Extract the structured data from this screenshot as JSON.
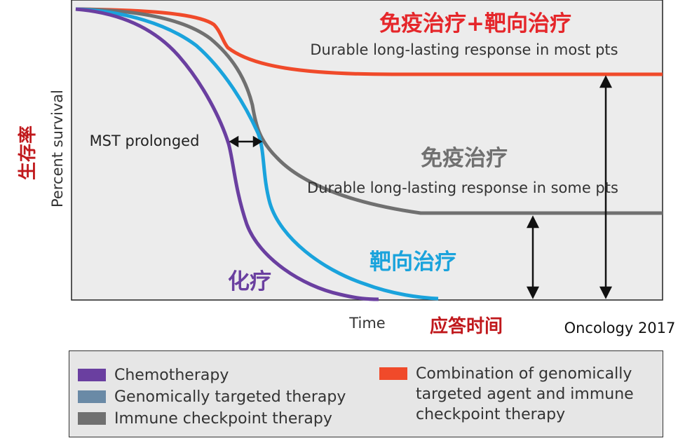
{
  "chart_data": {
    "type": "line",
    "xlabel": "Time",
    "ylabel": "Percent survival",
    "xlabel_cn": "应答时间",
    "ylabel_cn": "生存率",
    "source": "Oncology 2017",
    "annotations": {
      "combo_title": "免疫治疗+靶向治疗",
      "combo_text": "Durable long-lasting response in most pts",
      "immune_title": "免疫治疗",
      "immune_text": "Durable long-lasting response in some pts",
      "targeted_title": "靶向治疗",
      "chemo_title": "化疗",
      "mst": "MST prolonged"
    },
    "series": [
      {
        "name": "Chemotherapy",
        "color": "#6a3fa0"
      },
      {
        "name": "Genomically targeted therapy",
        "color": "#1aa3dc"
      },
      {
        "name": "Immune checkpoint therapy",
        "color": "#707070"
      },
      {
        "name": "Combination of genomically\ntargeted agent and immune\ncheckpoint therapy",
        "color": "#f04a2a"
      }
    ],
    "legend": [
      {
        "label": "Chemotherapy",
        "color": "#6a3fa0"
      },
      {
        "label": "Genomically targeted therapy",
        "color": "#6a8aa6"
      },
      {
        "label": "Immune checkpoint therapy",
        "color": "#707070"
      },
      {
        "label": "Combination of genomically\ntargeted agent and immune\ncheckpoint therapy",
        "color": "#f04a2a"
      }
    ],
    "grid": false,
    "legend_position": "bottom"
  }
}
